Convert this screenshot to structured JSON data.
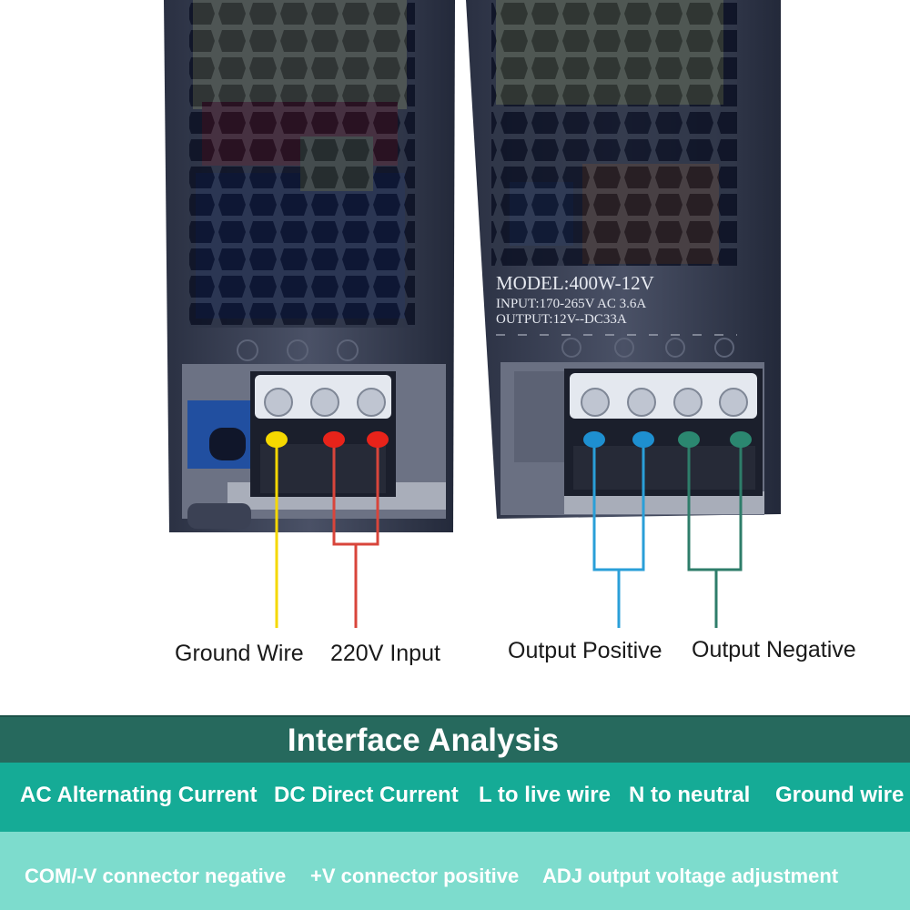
{
  "photo": {
    "left_unit": {
      "terminal_count": 3,
      "pin_colors": [
        "#f5d800",
        "#e8231a",
        "#e8231a"
      ]
    },
    "right_unit": {
      "nameplate": {
        "model": "MODEL:400W-12V",
        "input": "INPUT:170-265V AC 3.6A",
        "output": "OUTPUT:12V--DC33A"
      },
      "terminal_count": 4,
      "pin_colors": [
        "#1e8fd0",
        "#1e8fd0",
        "#2b8770",
        "#2b8770"
      ]
    }
  },
  "callouts": {
    "ground_wire": "Ground Wire",
    "input_220v": "220V Input",
    "output_positive": "Output Positive",
    "output_negative": "Output Negative"
  },
  "colors": {
    "ground_wire": "#f5d800",
    "input_220v": "#d8453b",
    "output_positive": "#2a9fd8",
    "output_negative": "#2e7d6a"
  },
  "legend": {
    "title": "Interface Analysis",
    "row1": [
      "AC Alternating Current",
      "DC Direct Current",
      "L to live wire",
      "N to neutral",
      "Ground wire"
    ],
    "row2": [
      "COM/-V connector negative",
      "+V connector positive",
      "ADJ output voltage adjustment"
    ]
  },
  "band_colors": {
    "title_band": "#26695d",
    "row1_band": "#15ab96",
    "row2_band": "#7ddccd"
  }
}
